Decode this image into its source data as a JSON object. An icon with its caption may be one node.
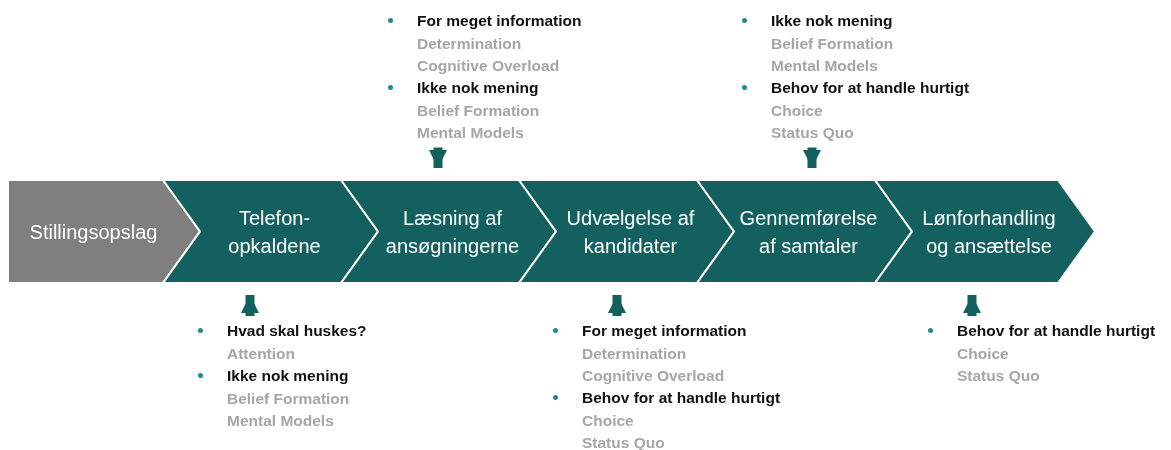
{
  "diagram": {
    "nodes": [
      {
        "text": [
          "Stillingsopslag"
        ]
      },
      {
        "text": [
          "Telefon- opkaldene"
        ]
      },
      {
        "text": [
          "Læsning af ansøgningerne"
        ]
      },
      {
        "text": [
          "Udvælgelse af kandidater"
        ]
      },
      {
        "text": [
          "Gennemførelse af samtaler"
        ]
      },
      {
        "text": [
          "Lønforhandling og ansættelse"
        ]
      },
      {
        "text": [
          "For meget information",
          "Determination",
          "Cognitive Overload"
        ]
      },
      {
        "text": [
          "Ikke nok mening",
          "Belief Formation",
          "Mental Models"
        ]
      },
      {
        "text": [
          "Ikke nok mening",
          "Belief Formation",
          "Mental Models"
        ]
      },
      {
        "text": [
          "Behov for at handle hurtigt",
          "Choice",
          "Status Quo"
        ]
      },
      {
        "text": [
          "Hvad skal huskes?",
          "Attention"
        ]
      },
      {
        "text": [
          "Ikke nok mening",
          "Belief Formation",
          "Mental Models"
        ]
      },
      {
        "text": [
          "For meget information",
          "Determination",
          "Cognitive Overload"
        ]
      },
      {
        "text": [
          "Behov for at handle hurtigt",
          "Choice",
          "Status Quo"
        ]
      },
      {
        "text": [
          "Behov for at handle hurtigt",
          "Choice",
          "Status Quo"
        ]
      }
    ],
    "edges": [
      {
        "from": 7,
        "to": 2,
        "arrow": "to"
      },
      {
        "from": 9,
        "to": 4,
        "arrow": "to"
      },
      {
        "from": 10,
        "to": 1,
        "arrow": "to"
      },
      {
        "from": 12,
        "to": 3,
        "arrow": "to"
      },
      {
        "from": 14,
        "to": 5,
        "arrow": "to"
      }
    ]
  }
}
